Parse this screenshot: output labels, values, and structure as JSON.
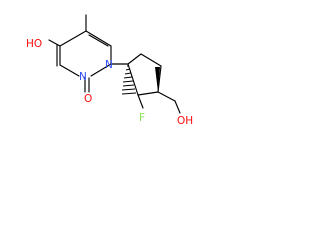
{
  "molecule": {
    "labels": {
      "methyl_oxygen_hydroxy": "HO",
      "ring_nitrogen_3": "N",
      "ring_nitrogen_1": "N",
      "carbonyl_oxygen": "O",
      "fluorine": "F",
      "hydroxymethyl_oxygen": "OH",
      "hydroxy_prefix": "H",
      "hydroxy_oxygen": "O"
    },
    "colors": {
      "bond": "#000000",
      "oxygen": "#ff0d0d",
      "nitrogen": "#3050f8",
      "fluorine": "#90e050",
      "background": "#ffffff"
    }
  }
}
